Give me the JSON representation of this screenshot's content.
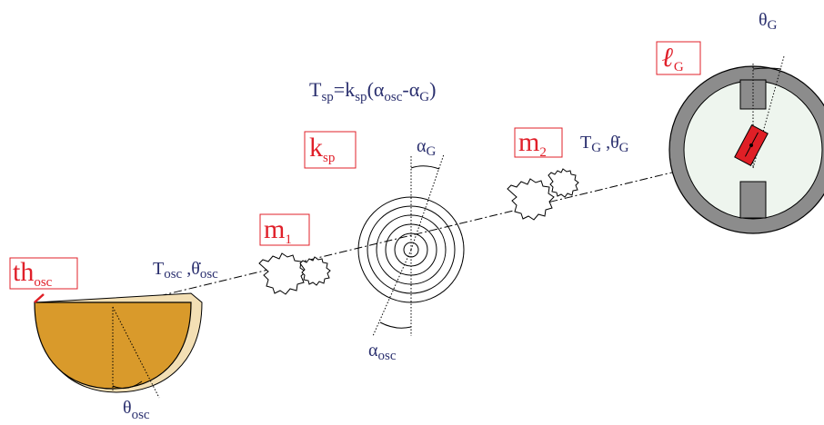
{
  "labels": {
    "th_osc": {
      "main": "th",
      "sub": "osc"
    },
    "m1": {
      "main": "m",
      "sub": "1"
    },
    "k_sp": {
      "main": "k",
      "sub": "sp"
    },
    "m2": {
      "main": "m",
      "sub": "2"
    },
    "l_G": {
      "main": "ℓ",
      "sub": "G"
    },
    "torque_osc": {
      "t": "T",
      "t_sub": "osc",
      "sep": " ,",
      "theta_dot": "θ̇",
      "theta_sub": "osc"
    },
    "torque_G": {
      "t": "T",
      "t_sub": "G",
      "sep": " ,",
      "theta_dot": "θ̇",
      "theta_sub": "G"
    },
    "spring_eq": {
      "lhs": "T",
      "lhs_sub": "sp",
      "eq": "=k",
      "k_sub": "sp",
      "open": "(α",
      "a1_sub": "osc",
      "minus": "-α",
      "a2_sub": "G",
      "close": ")"
    },
    "alpha_G": {
      "main": "α",
      "sub": "G"
    },
    "alpha_osc": {
      "main": "α",
      "sub": "osc"
    },
    "theta_osc": {
      "main": "θ",
      "sub": "osc"
    },
    "theta_G": {
      "main": "θ",
      "sub": "G"
    }
  },
  "colors": {
    "label_red": "#e0202a",
    "navy": "#2a2f6e",
    "bowl_gold": "#d99a2b",
    "bowl_rim": "#f3dfb4",
    "wheel_gray": "#8c8c8c",
    "wheel_inner": "#eef5ee",
    "anchor_red": "#e01f26"
  },
  "icons": [
    "oscillator-bowl-icon",
    "gear-pair-icon",
    "spiral-spring-icon",
    "escape-wheel-icon"
  ]
}
